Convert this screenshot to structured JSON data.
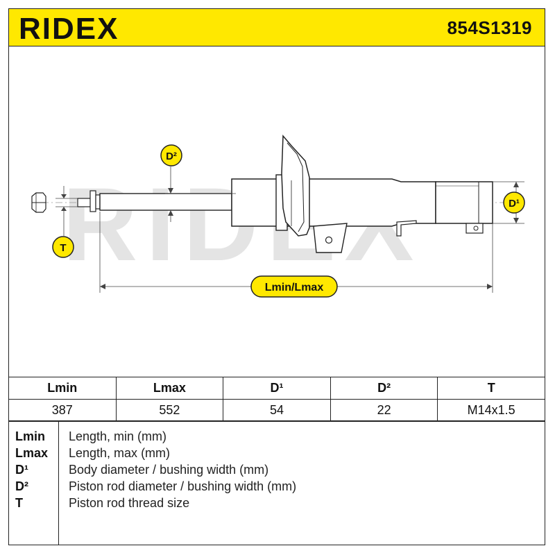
{
  "brand": {
    "name": "RIDEX",
    "accent_color": "#ffe800"
  },
  "header": {
    "part_number": "854S1319"
  },
  "diagram": {
    "labels": {
      "d2": "D²",
      "d1": "D¹",
      "t": "T",
      "length": "Lmin/Lmax"
    },
    "watermark": "RIDEX"
  },
  "specs": {
    "headers": [
      "Lmin",
      "Lmax",
      "D¹",
      "D²",
      "T"
    ],
    "values": [
      "387",
      "552",
      "54",
      "22",
      "M14x1.5"
    ]
  },
  "legend": [
    {
      "key": "Lmin",
      "desc": "Length, min (mm)"
    },
    {
      "key": "Lmax",
      "desc": "Length, max (mm)"
    },
    {
      "key": "D¹",
      "desc": "Body diameter / bushing width (mm)"
    },
    {
      "key": "D²",
      "desc": "Piston rod diameter / bushing width (mm)"
    },
    {
      "key": "T",
      "desc": "Piston rod thread size"
    }
  ]
}
